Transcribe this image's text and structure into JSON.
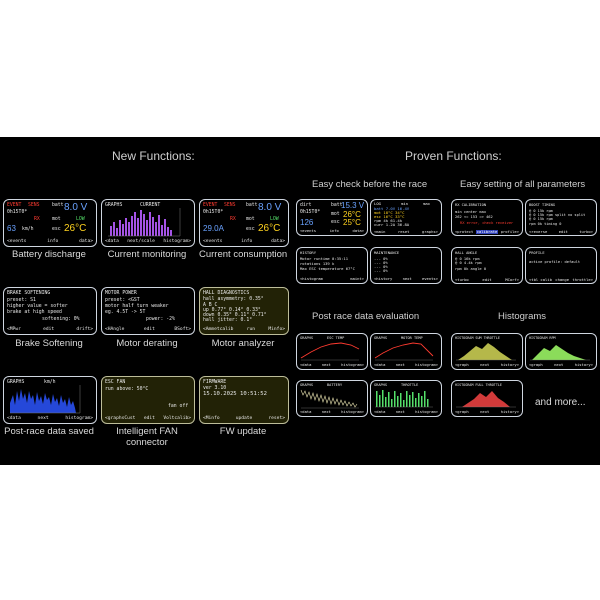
{
  "headers": {
    "new": "New Functions:",
    "proven": "Proven Functions:"
  },
  "subheaders": {
    "easy_check": "Easy check before the race",
    "easy_setting": "Easy setting of all parameters",
    "post_race": "Post race data evaluation",
    "histograms": "Histograms",
    "and_more": "and more..."
  },
  "captions": {
    "battery": "Battery discharge",
    "current_mon": "Current monitoring",
    "current_cons": "Current consumption",
    "brake": "Brake Softening",
    "derating": "Motor derating",
    "analyzer": "Motor analyzer",
    "postsaved": "Post-race data saved",
    "fan_line1": "Intelligent FAN",
    "fan_line2": "connector",
    "fw": "FW update"
  },
  "screens": {
    "battery": {
      "event": "EVENT",
      "sens": "SENS",
      "batt": "batt",
      "volt": "8.0 V",
      "time": "0h15T0*",
      "rx": "RX",
      "mot": "mot",
      "low": "LOW",
      "kmh": "63",
      "kmh_unit": "km/h",
      "esc": "esc",
      "temp": "26°C",
      "f1": "<events",
      "f2": "info",
      "f3": "data>"
    },
    "current_mon": {
      "graphs": "GRAPHS",
      "current": "CURRENT",
      "f1": "<data",
      "f2": "next/scale",
      "f3": "histogram>"
    },
    "current_cons": {
      "event": "EVENT",
      "sens": "SENS",
      "batt": "batt",
      "volt": "8.0 V",
      "time": "0h15T0*",
      "rx": "RX",
      "mot": "mot",
      "low": "LOW",
      "amp": "29.0A",
      "esc": "esc",
      "temp": "26°C",
      "f1": "<events",
      "f2": "info",
      "f3": "data>"
    },
    "brake": {
      "title": "BRAKE SOFTENING",
      "l1": "preset:    S1",
      "l2": "higher value = softer",
      "l3": "brake at high speed",
      "l4": "softening:   0%",
      "f1": "<MPwr",
      "f2": "edit",
      "f3": "drift>"
    },
    "derating": {
      "title": "MOTOR POWER",
      "l1": "preset:       <GST",
      "l2": "motor half turn weaker",
      "l3": "eg. 4.5T -> 5T",
      "l4": "power:   -2%",
      "f1": "<HAngle",
      "f2": "edit",
      "f3": "BSoft>"
    },
    "analyzer": {
      "title": "HALL DIAGNOSTICS",
      "l1": "hall asymmetry:    0.35°",
      "l2": "   A         B         C",
      "l3": "up    0.77°  0.14°  0.33°",
      "l4": "down  0.35°  0.11°  0.71°",
      "l5": "hall jitter:   0.1°",
      "f1": "<Ammetcalib",
      "f2": "run",
      "f3": "Minfo>"
    },
    "postsaved": {
      "graphs": "GRAPHS",
      "kmh": "km/h",
      "f1": "<data",
      "f2": "next",
      "f3": "histogram>"
    },
    "fan": {
      "title": "ESC FAN",
      "l1": "run above:   50°C",
      "l2": "fan off",
      "f1": "<graphsCust",
      "f2": "edit",
      "f3": "Voltcalib>"
    },
    "fw": {
      "title": "FIRMWARE",
      "l1": "ver 3.10",
      "l2": "15.10.2025  10:51:52",
      "f1": "<Minfo",
      "f2": "update",
      "f3": "reset>"
    },
    "dirt": {
      "title": "dirt",
      "batt": "batt",
      "volt": "15.3 V",
      "time": "0h15T0*",
      "mot": "mot",
      "t1": "26°C",
      "kmh": "126",
      "esc": "esc",
      "t2": "25°C",
      "f1": "<events",
      "f2": "info",
      "f3": "data>"
    },
    "log": {
      "title": "LOG",
      "min": "min",
      "max": "max",
      "r1": "batt 7.0V 16.4V",
      "r2": "mot 18°C 34°C",
      "r3": "esc 16°C 33°C",
      "r4": "rpm 4k 61.4k",
      "r5": "curr 1.2A 36.8A",
      "f1": "<main",
      "f2": "reset",
      "f3": "graphs>"
    },
    "history": {
      "title": "HISTORY",
      "l1": "Motor runtime      0:35:11",
      "l2": "rotations           139 k",
      "l3": "Max ESC temperature     67°C",
      "f1": "<histogram",
      "f2": "maint>"
    },
    "maintenance": {
      "title": "MAINTENANCE",
      "l1": "---               0%",
      "l2": "---               0%",
      "l3": "---               0%",
      "l4": "---               0%",
      "f1": "<history",
      "f2": "next",
      "f3": "events>"
    },
    "rx_cal": {
      "title": "RX CALIBRATION",
      "l1": "min      center      max",
      "l2": "262  <=  153  =>  462",
      "l3": "RX error, check receiver",
      "f1": "<protect",
      "f2": "calibrate",
      "f3": "profile>"
    },
    "boost": {
      "title": "BOOST TIMING",
      "l1": "@ 0  15k rpm",
      "l2": "@ 0  15k rpm       split  no split",
      "l3": "@ 0  15k rpm",
      "l4": "rpm   0k  timing   0",
      "f1": "<reverse",
      "f2": "edit",
      "f3": "turbo>"
    },
    "hall_angle": {
      "title": "HALL ANGLE",
      "l1": "@ 0  16k rpm",
      "l2": "@ 0  4.4k rpm",
      "l3": "rpm   0k   angle   0",
      "f1": "<turbo",
      "f2": "edit",
      "f3": "MCorf>"
    },
    "profile": {
      "title": "PROFILE",
      "l1": "active profile: default",
      "f1": "<tbl calib",
      "f2": "change",
      "f3": "throttle>"
    },
    "esc_temp": {
      "graphs": "GRAPHS",
      "name": "ESC TEMP",
      "f1": "<data",
      "f2": "next",
      "f3": "histogram>"
    },
    "motor_temp": {
      "graphs": "GRAPHS",
      "name": "MOTOR TEMP",
      "f1": "<data",
      "f2": "next",
      "f3": "histogram>"
    },
    "battery_g": {
      "graphs": "GRAPHS",
      "name": "BATTERY",
      "f1": "<data",
      "f2": "next",
      "f3": "histogram>"
    },
    "throttle_g": {
      "graphs": "GRAPHS",
      "name": "THROTTLE",
      "f1": "<data",
      "f2": "next",
      "f3": "histogram>"
    },
    "hist_sum": {
      "title": "HISTOGRAM SUM THROTTLE",
      "f1": "<graph",
      "f2": "next",
      "f3": "history>"
    },
    "hist_rpm": {
      "title": "HISTOGRAM RPM",
      "f1": "<graph",
      "f2": "next",
      "f3": "history>"
    },
    "hist_full": {
      "title": "HISTOGRAM FULL THROTTLE",
      "f1": "<graph",
      "f2": "next",
      "f3": "history>"
    }
  },
  "colors": {
    "frame": "#cfd6e0",
    "red": "#ff3b30",
    "yellow": "#ffd21f",
    "green": "#55e06a",
    "blue": "#6aa2ff",
    "purple": "#b65cff",
    "highlight": "#3344bb"
  }
}
